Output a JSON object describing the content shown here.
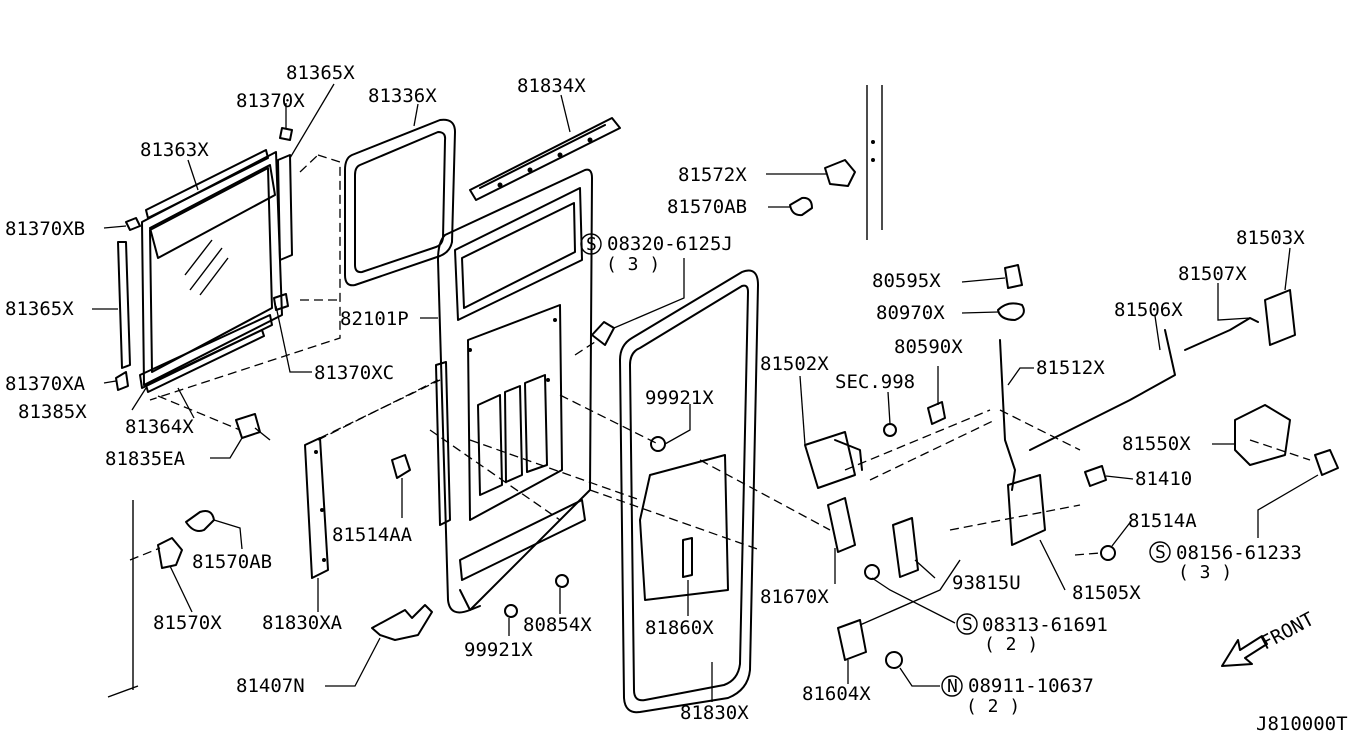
{
  "diagram_code": "J810000T",
  "front_label": "FRONT",
  "labels": [
    {
      "key": "p81365X_top",
      "text": "81365X"
    },
    {
      "key": "p81370X",
      "text": "81370X"
    },
    {
      "key": "p81336X",
      "text": "81336X"
    },
    {
      "key": "p81834X",
      "text": "81834X"
    },
    {
      "key": "p81363X",
      "text": "81363X"
    },
    {
      "key": "p81370XB",
      "text": "81370XB"
    },
    {
      "key": "p81365X_left",
      "text": "81365X"
    },
    {
      "key": "p81370XA",
      "text": "81370XA"
    },
    {
      "key": "p81385X",
      "text": "81385X"
    },
    {
      "key": "p81364X",
      "text": "81364X"
    },
    {
      "key": "p81370XC",
      "text": "81370XC"
    },
    {
      "key": "p81835EA",
      "text": "81835EA"
    },
    {
      "key": "p82101P",
      "text": "82101P"
    },
    {
      "key": "p81572X",
      "text": "81572X"
    },
    {
      "key": "p81570AB_top",
      "text": "81570AB"
    },
    {
      "key": "p08320",
      "text": "08320-6125J"
    },
    {
      "key": "p08320_qty",
      "text": "( 3 )"
    },
    {
      "key": "p81503X",
      "text": "81503X"
    },
    {
      "key": "p81507X",
      "text": "81507X"
    },
    {
      "key": "p80595X",
      "text": "80595X"
    },
    {
      "key": "p80970X",
      "text": "80970X"
    },
    {
      "key": "p81506X",
      "text": "81506X"
    },
    {
      "key": "p80590X",
      "text": "80590X"
    },
    {
      "key": "p81502X",
      "text": "81502X"
    },
    {
      "key": "p81512X",
      "text": "81512X"
    },
    {
      "key": "pSEC998",
      "text": "SEC.998"
    },
    {
      "key": "p99921X_mid",
      "text": "99921X"
    },
    {
      "key": "p81550X",
      "text": "81550X"
    },
    {
      "key": "p81410",
      "text": "81410"
    },
    {
      "key": "p81514AA",
      "text": "81514AA"
    },
    {
      "key": "p81514A",
      "text": "81514A"
    },
    {
      "key": "p08156",
      "text": "08156-61233"
    },
    {
      "key": "p08156_qty",
      "text": "( 3 )"
    },
    {
      "key": "p81570AB_bot",
      "text": "81570AB"
    },
    {
      "key": "p93815U",
      "text": "93815U"
    },
    {
      "key": "p81505X",
      "text": "81505X"
    },
    {
      "key": "p81670X",
      "text": "81670X"
    },
    {
      "key": "p81570X",
      "text": "81570X"
    },
    {
      "key": "p81830XA",
      "text": "81830XA"
    },
    {
      "key": "p80854X",
      "text": "80854X"
    },
    {
      "key": "p81860X",
      "text": "81860X"
    },
    {
      "key": "p08313",
      "text": "08313-61691"
    },
    {
      "key": "p08313_qty",
      "text": "( 2 )"
    },
    {
      "key": "p99921X_bot",
      "text": "99921X"
    },
    {
      "key": "p81407N",
      "text": "81407N"
    },
    {
      "key": "p81604X",
      "text": "81604X"
    },
    {
      "key": "p08911",
      "text": "08911-10637"
    },
    {
      "key": "p08911_qty",
      "text": "( 2 )"
    },
    {
      "key": "p81830X",
      "text": "81830X"
    }
  ],
  "circle_markers": [
    {
      "key": "m08320",
      "text": "S"
    },
    {
      "key": "m08156",
      "text": "S"
    },
    {
      "key": "m08313",
      "text": "S"
    },
    {
      "key": "m08911",
      "text": "N"
    }
  ]
}
